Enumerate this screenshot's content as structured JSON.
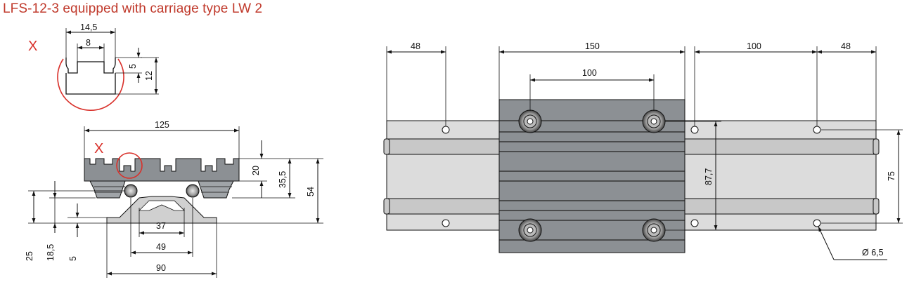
{
  "title": "LFS-12-3 equipped with carriage type LW 2",
  "detail_marker": "X",
  "detail_profile": {
    "dims": {
      "width_outer": "14,5",
      "slot_opening": "8",
      "slot_depth": "5",
      "height": "12"
    }
  },
  "side_view": {
    "dims": {
      "top_width": "125",
      "plate_height": "20",
      "carriage_height": "35,5",
      "total_height": "54",
      "rail_center_height": "25",
      "roller_height": "18,5",
      "rail_base": "5",
      "inner_width": "37",
      "roller_spacing": "49",
      "rail_width": "90"
    }
  },
  "top_view": {
    "dims": {
      "left_offset": "48",
      "carriage_length": "150",
      "roller_spacing_x": "100",
      "hole_spacing": "100",
      "right_offset": "48",
      "roller_spacing_y": "87,7",
      "hole_row_spacing": "75",
      "hole_diameter": "Ø 6,5"
    }
  },
  "colors": {
    "accent": "#d9312b",
    "plate": "#8c9094",
    "rail": "#dcdcdc",
    "rail_dark": "#c8c8c8"
  }
}
